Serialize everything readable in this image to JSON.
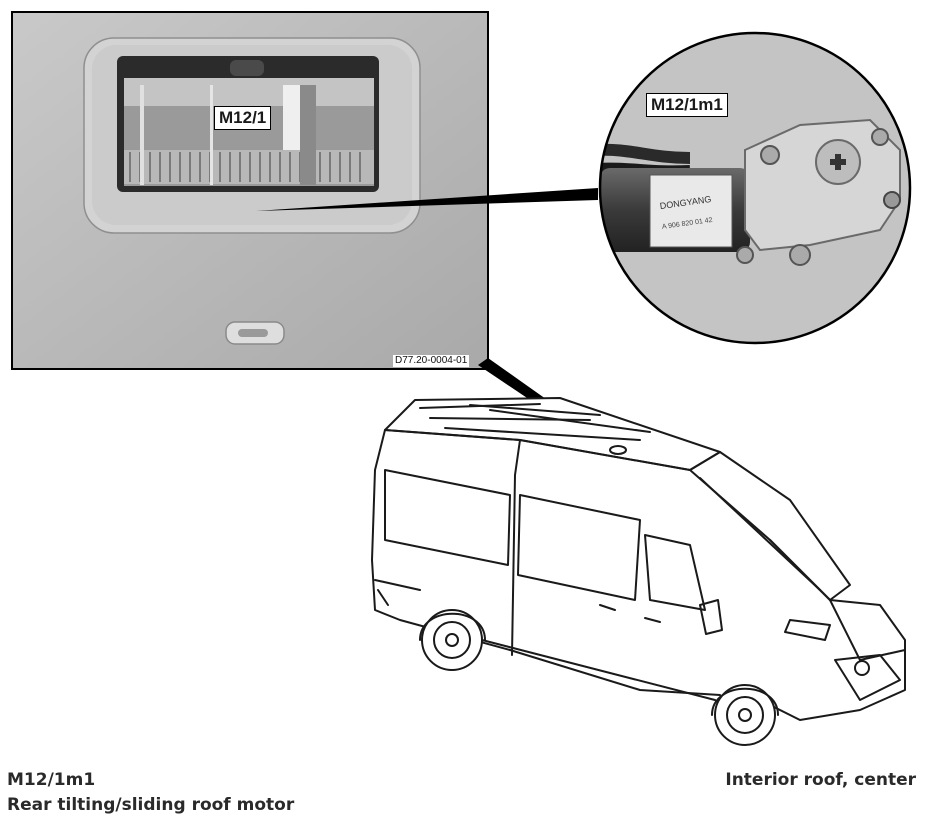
{
  "callouts": {
    "photo_label": "M12/1",
    "inset_label": "M12/1m1"
  },
  "reference_code": "D77.20-0004-01",
  "caption": {
    "component_code": "M12/1m1",
    "component_name": "Rear tilting/sliding roof motor",
    "location": "Interior roof, center"
  },
  "motor_text": {
    "brand": "DONGYANG",
    "part_number": "A 906 820 01 42"
  },
  "colors": {
    "photo_background": "#bdbdbd",
    "inset_background": "#c8c8c8",
    "line_art": "#1a1a1a",
    "caption_text": "#2a2a2a"
  }
}
